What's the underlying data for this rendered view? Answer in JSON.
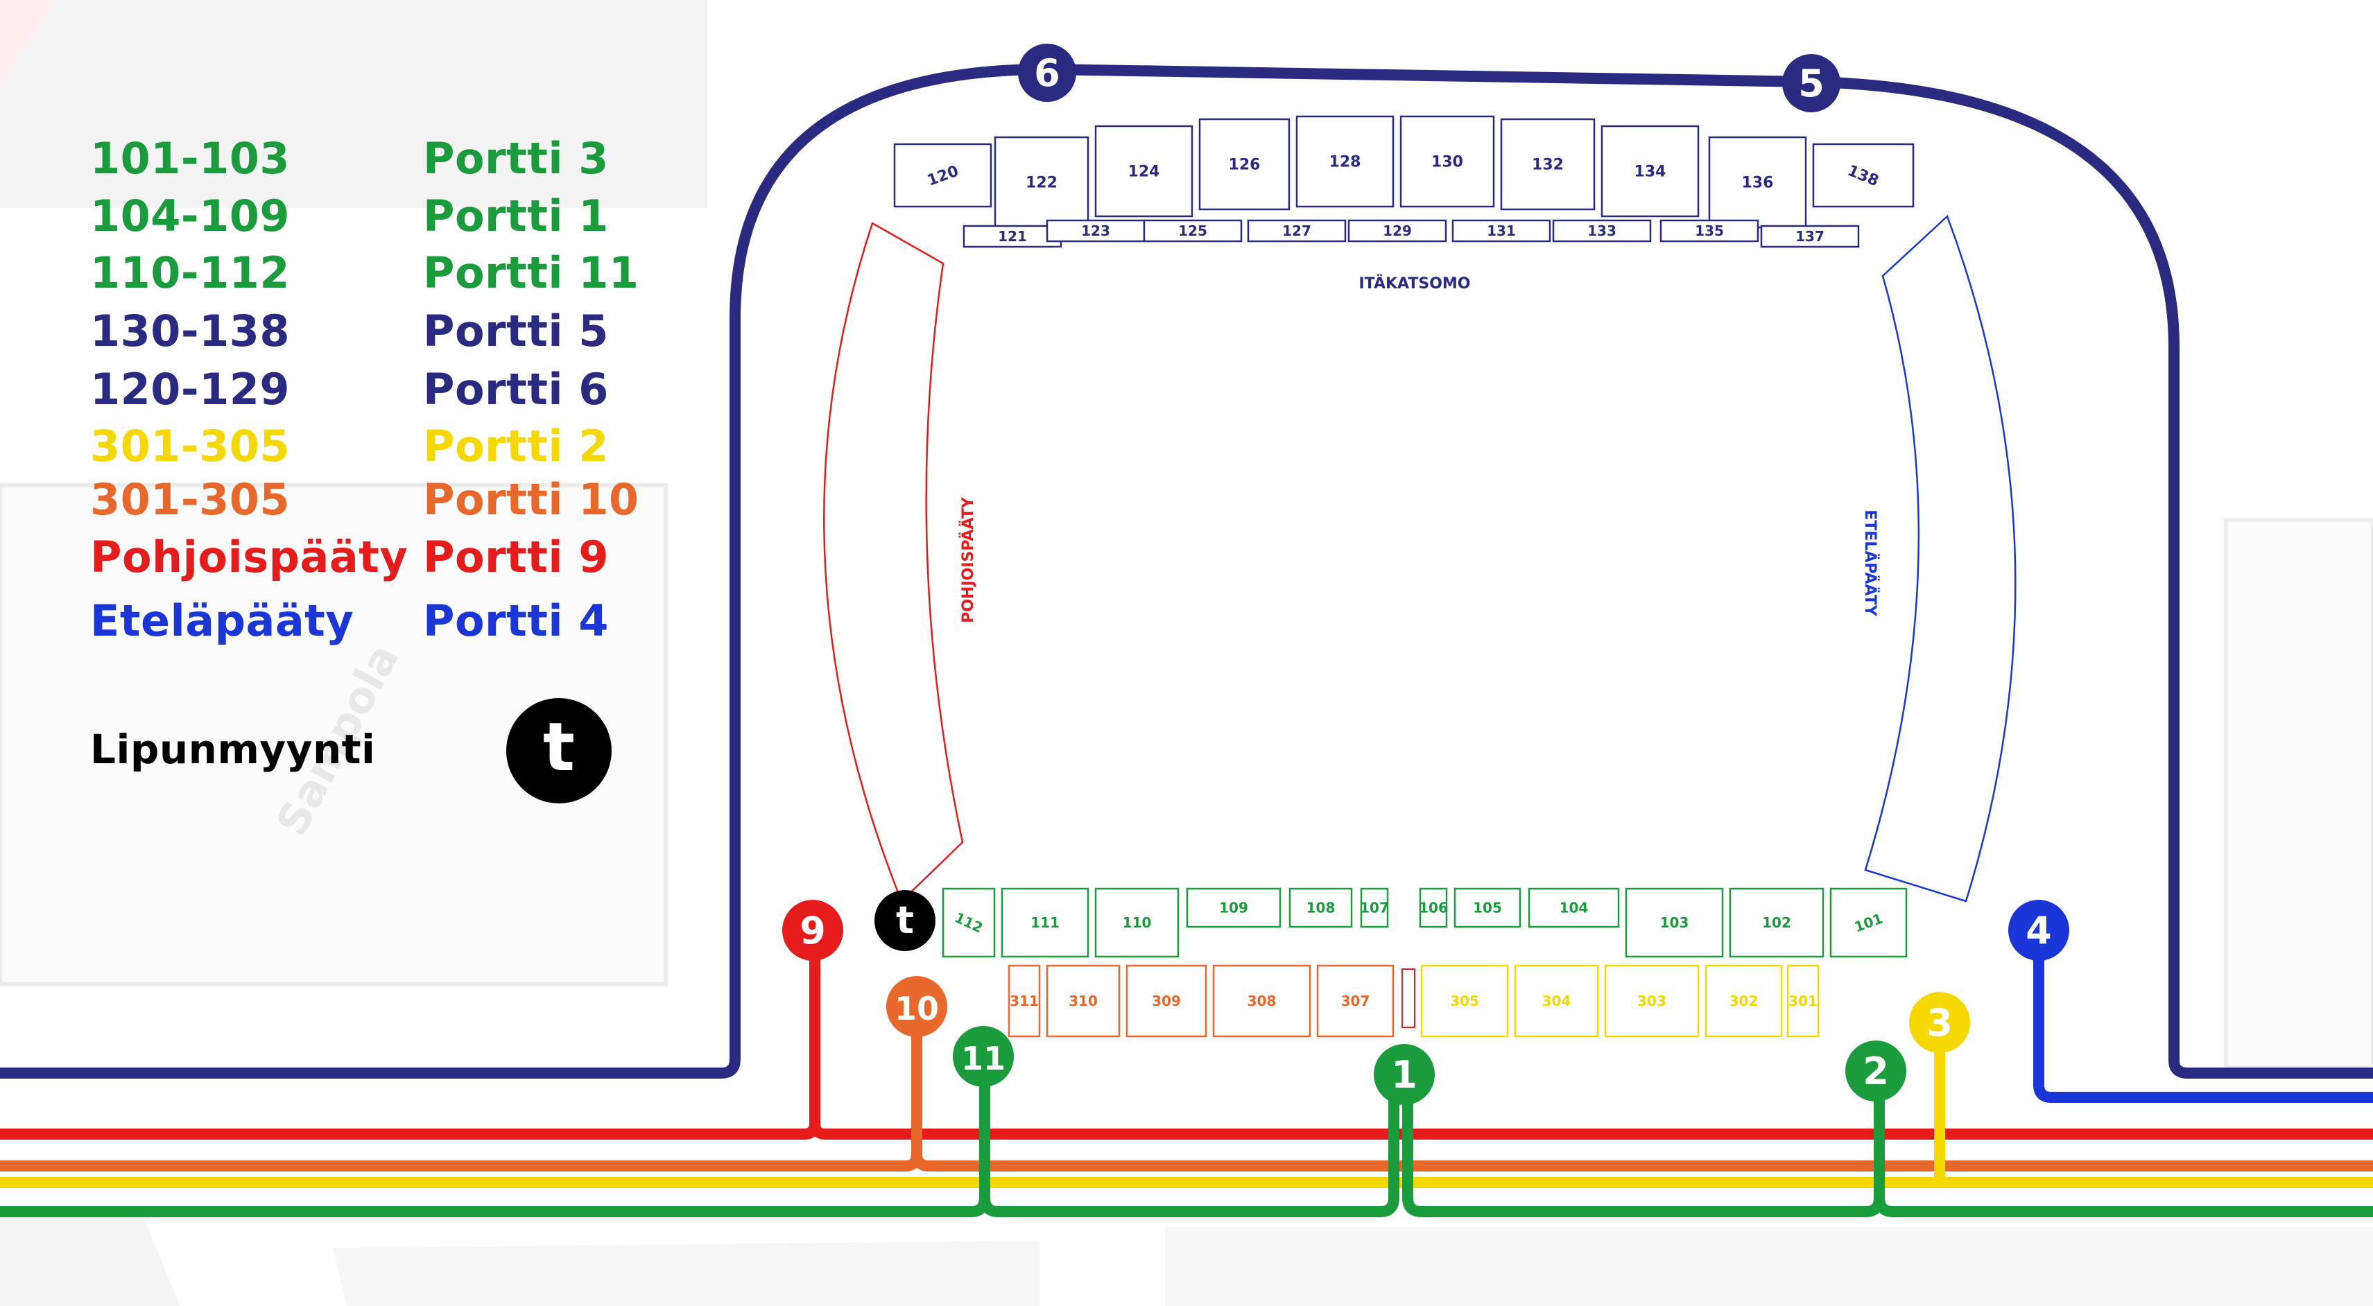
{
  "colors": {
    "green": "#1a9b3c",
    "navy": "#2a2a80",
    "yellow": "#f5d800",
    "orange": "#e8672a",
    "red": "#e61b1b",
    "blue": "#1a36d6",
    "black": "#000000"
  },
  "legend": [
    {
      "sections": "101-103",
      "gate": "Portti 3",
      "color": "#1a9b3c"
    },
    {
      "sections": "104-109",
      "gate": "Portti 1",
      "color": "#1a9b3c"
    },
    {
      "sections": "110-112",
      "gate": "Portti 11",
      "color": "#1a9b3c"
    },
    {
      "sections": "130-138",
      "gate": "Portti 5",
      "color": "#2a2a80"
    },
    {
      "sections": "120-129",
      "gate": "Portti 6",
      "color": "#2a2a80"
    },
    {
      "sections": "301-305",
      "gate": "Portti 2",
      "color": "#f5d800"
    },
    {
      "sections": "301-305",
      "gate": "Portti 10",
      "color": "#e8672a"
    },
    {
      "sections": "Pohjoispääty",
      "gate": "Portti 9",
      "color": "#e61b1b"
    },
    {
      "sections": "Eteläpääty",
      "gate": "Portti 4",
      "color": "#1a36d6"
    }
  ],
  "ticket_sales": {
    "label": "Lipunmyynti",
    "icon": "t"
  },
  "stands": {
    "east": "ITÄKATSOMO",
    "north": "POHJOISPÄÄTY",
    "south": "ETELÄPÄÄTY"
  },
  "background_street": "Sampola",
  "sections": {
    "east_upper": [
      "120",
      "122",
      "124",
      "126",
      "128",
      "130",
      "132",
      "134",
      "136",
      "138"
    ],
    "east_lower": [
      "121",
      "123",
      "125",
      "127",
      "129",
      "131",
      "133",
      "135",
      "137"
    ],
    "west_main": [
      "112",
      "111",
      "110",
      "109",
      "108",
      "107",
      "106",
      "105",
      "104",
      "103",
      "102",
      "101"
    ],
    "west_lower_orange": [
      "311",
      "310",
      "309",
      "308",
      "307"
    ],
    "west_lower_yellow": [
      "305",
      "304",
      "303",
      "302",
      "301"
    ]
  },
  "gates": [
    {
      "num": "6",
      "color": "#2a2a80"
    },
    {
      "num": "5",
      "color": "#2a2a80"
    },
    {
      "num": "9",
      "color": "#e61b1b"
    },
    {
      "num": "10",
      "color": "#e8672a"
    },
    {
      "num": "11",
      "color": "#1a9b3c"
    },
    {
      "num": "1",
      "color": "#1a9b3c"
    },
    {
      "num": "2",
      "color": "#1a9b3c"
    },
    {
      "num": "3",
      "color": "#f5d800"
    },
    {
      "num": "4",
      "color": "#1a36d6"
    }
  ],
  "ticket_marker": "t"
}
